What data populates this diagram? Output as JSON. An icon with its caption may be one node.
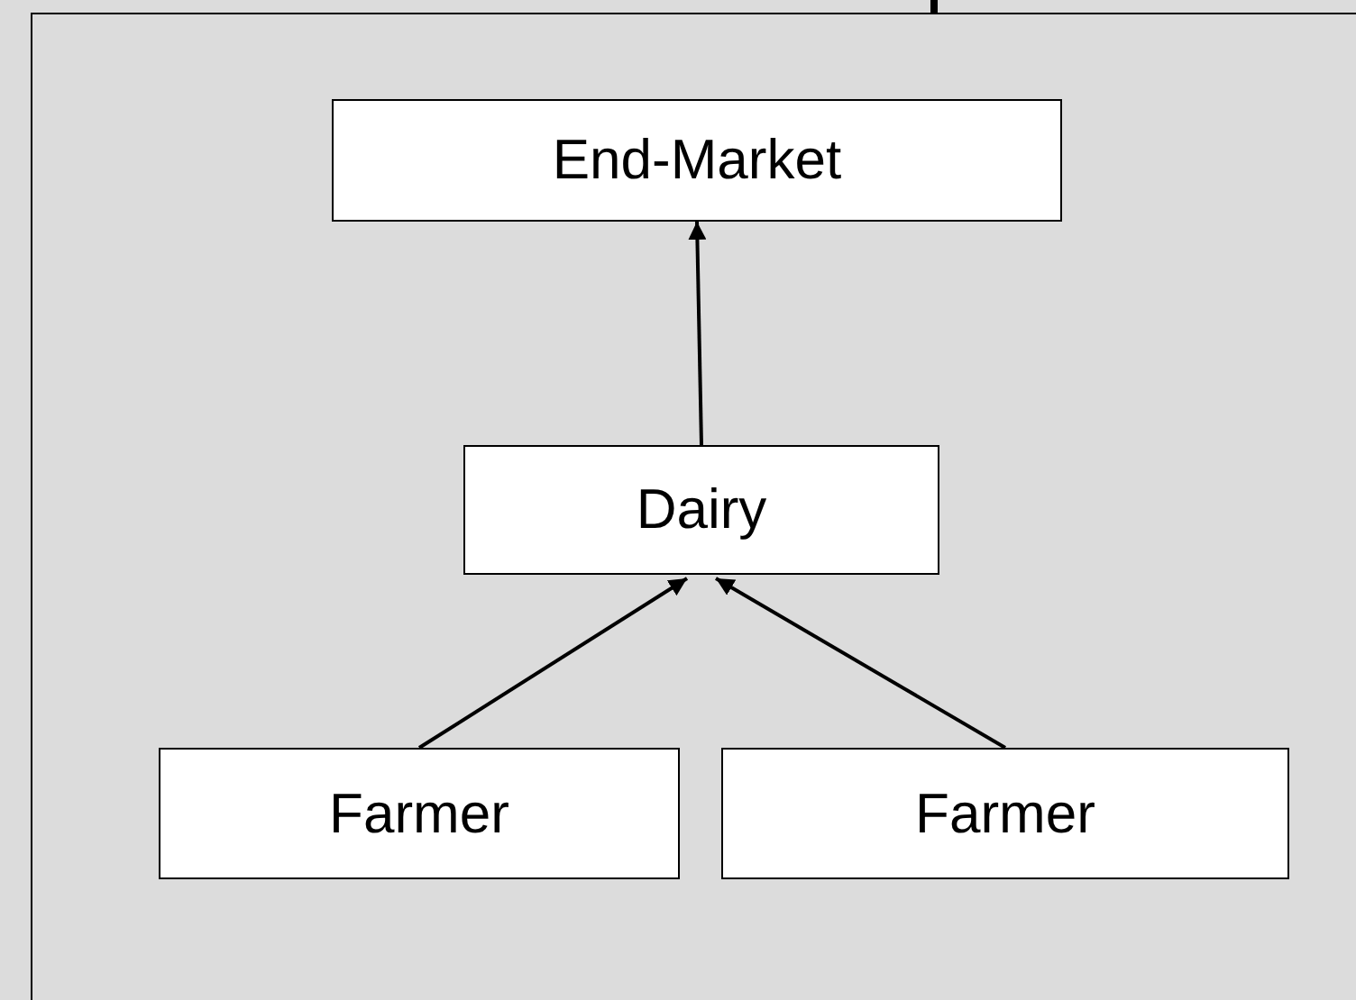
{
  "diagram": {
    "nodes": [
      {
        "text": [
          "End-Market"
        ]
      },
      {
        "text": [
          "Dairy"
        ]
      },
      {
        "text": [
          "Farmer"
        ]
      },
      {
        "text": [
          "Farmer"
        ]
      }
    ],
    "edges": [
      {
        "from": 1,
        "to": 0,
        "arrow": "to"
      },
      {
        "from": 2,
        "to": 1,
        "arrow": "to"
      },
      {
        "from": 3,
        "to": 1,
        "arrow": "to"
      }
    ]
  }
}
